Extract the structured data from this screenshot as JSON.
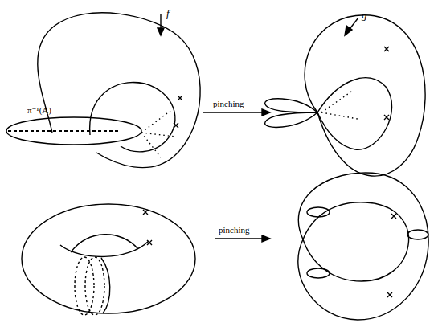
{
  "diagram": {
    "labels": [
      "f",
      "π⁻¹(A)",
      "pinching",
      "g",
      "pinching"
    ]
  }
}
